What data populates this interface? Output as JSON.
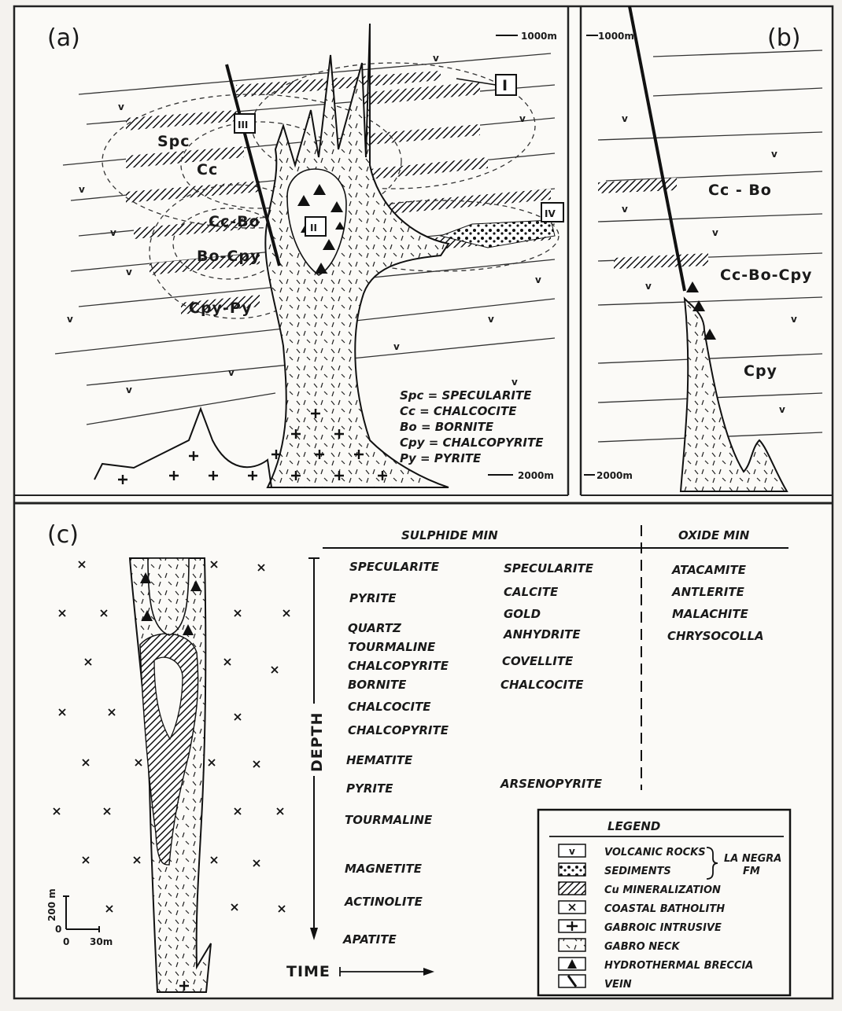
{
  "panels": {
    "a": "(a)",
    "b": "(b)",
    "c": "(c)"
  },
  "panel_a": {
    "depth_top": "1000m",
    "depth_bottom": "2000m",
    "zones": [
      "Spc",
      "Cc",
      "Cc-Bo",
      "Bo-Cpy",
      "Cpy-Py"
    ],
    "callouts": [
      "I",
      "II",
      "III",
      "IV"
    ],
    "abbreviations": [
      "Spc = SPECULARITE",
      "Cc  = CHALCOCITE",
      "Bo  = BORNITE",
      "Cpy = CHALCOPYRITE",
      "Py  = PYRITE"
    ]
  },
  "panel_b": {
    "depth_top": "1000m",
    "depth_bottom": "2000m",
    "zones": [
      "Cc - Bo",
      "Cc-Bo-Cpy",
      "Cpy"
    ]
  },
  "panel_c": {
    "sulphide_header": "SULPHIDE MIN",
    "oxide_header": "OXIDE MIN",
    "depth_label": "DEPTH",
    "time_label": "TIME",
    "scale_vertical": "200 m",
    "scale_zero": "0",
    "scale_horizontal": "30m",
    "column1": [
      "SPECULARITE",
      "PYRITE",
      "QUARTZ",
      "TOURMALINE",
      "CHALCOPYRITE",
      "BORNITE",
      "CHALCOCITE",
      "CHALCOPYRITE",
      "HEMATITE",
      "PYRITE",
      "TOURMALINE",
      "MAGNETITE",
      "ACTINOLITE",
      "APATITE"
    ],
    "column2": [
      "SPECULARITE",
      "CALCITE",
      "GOLD",
      "ANHYDRITE",
      "COVELLITE",
      "CHALCOCITE",
      "ARSENOPYRITE"
    ],
    "column3": [
      "ATACAMITE",
      "ANTLERITE",
      "MALACHITE",
      "CHRYSOCOLLA"
    ]
  },
  "legend": {
    "title": "LEGEND",
    "items": [
      "VOLCANIC ROCKS",
      "SEDIMENTS",
      "Cu MINERALIZATION",
      "COASTAL BATHOLITH",
      "GABROIC INTRUSIVE",
      "GABRO NECK",
      "HYDROTHERMAL BRECCIA",
      "VEIN"
    ],
    "formation": [
      "LA NEGRA",
      "FM"
    ]
  }
}
